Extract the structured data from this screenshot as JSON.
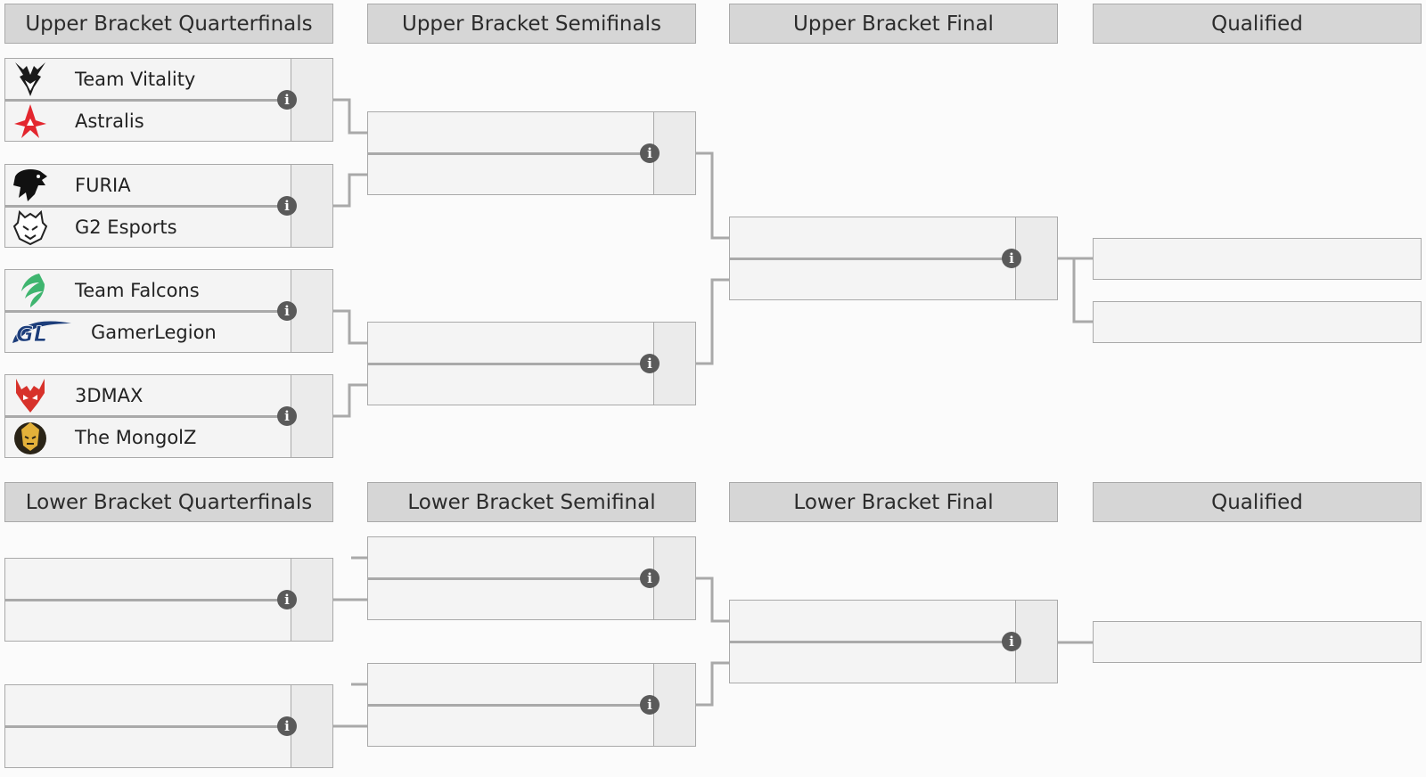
{
  "upper": {
    "headers": [
      "Upper Bracket Quarterfinals",
      "Upper Bracket Semifinals",
      "Upper Bracket Final",
      "Qualified"
    ],
    "quarterfinals": [
      {
        "team1": "Team Vitality",
        "logo1": "vitality-logo",
        "team2": "Astralis",
        "logo2": "astralis-logo"
      },
      {
        "team1": "FURIA",
        "logo1": "furia-logo",
        "team2": "G2 Esports",
        "logo2": "g2-logo"
      },
      {
        "team1": "Team Falcons",
        "logo1": "falcons-logo",
        "team2": "GamerLegion",
        "logo2": "gamerlegion-logo"
      },
      {
        "team1": "3DMAX",
        "logo1": "3dmax-logo",
        "team2": "The MongolZ",
        "logo2": "mongolz-logo"
      }
    ]
  },
  "lower": {
    "headers": [
      "Lower Bracket Quarterfinals",
      "Lower Bracket Semifinal",
      "Lower Bracket Final",
      "Qualified"
    ]
  },
  "icons": {
    "info": "info-icon",
    "info_glyph": "i"
  },
  "colors": {
    "header_bg": "#d6d6d6",
    "match_bg": "#f4f4f4",
    "border": "#a9a9a9",
    "info_bg": "#5a5a5a"
  }
}
